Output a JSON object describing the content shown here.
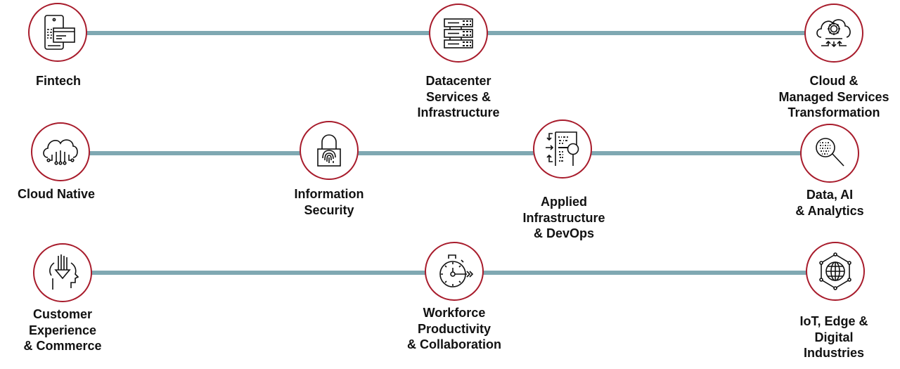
{
  "colors": {
    "ring": "#a81c2c",
    "connector": "#7fa8b2",
    "icon": "#111111",
    "text": "#111111"
  },
  "rows": [
    {
      "nodes": [
        {
          "id": "fintech",
          "label": "Fintech",
          "icon": "mobile-card-icon"
        },
        {
          "id": "datacenter",
          "label": "Datacenter\nServices &\nInfrastructure",
          "icon": "server-rack-icon"
        },
        {
          "id": "cloud-managed",
          "label": "Cloud &\nManaged Services\nTransformation",
          "icon": "cloud-gear-icon"
        }
      ]
    },
    {
      "nodes": [
        {
          "id": "cloud-native",
          "label": "Cloud Native",
          "icon": "cloud-circuit-icon"
        },
        {
          "id": "info-security",
          "label": "Information\nSecurity",
          "icon": "fingerprint-lock-icon"
        },
        {
          "id": "applied-infra",
          "label": "Applied\nInfrastructure\n& DevOps",
          "icon": "devops-board-icon"
        },
        {
          "id": "data-ai",
          "label": "Data, AI\n& Analytics",
          "icon": "data-magnifier-icon"
        }
      ]
    },
    {
      "nodes": [
        {
          "id": "customer-exp",
          "label": "Customer\nExperience\n& Commerce",
          "icon": "head-arrow-icon"
        },
        {
          "id": "workforce",
          "label": "Workforce\nProductivity\n& Collaboration",
          "icon": "stopwatch-icon"
        },
        {
          "id": "iot-edge",
          "label": "IoT, Edge &\nDigital\nIndustries",
          "icon": "globe-network-icon"
        }
      ]
    }
  ]
}
